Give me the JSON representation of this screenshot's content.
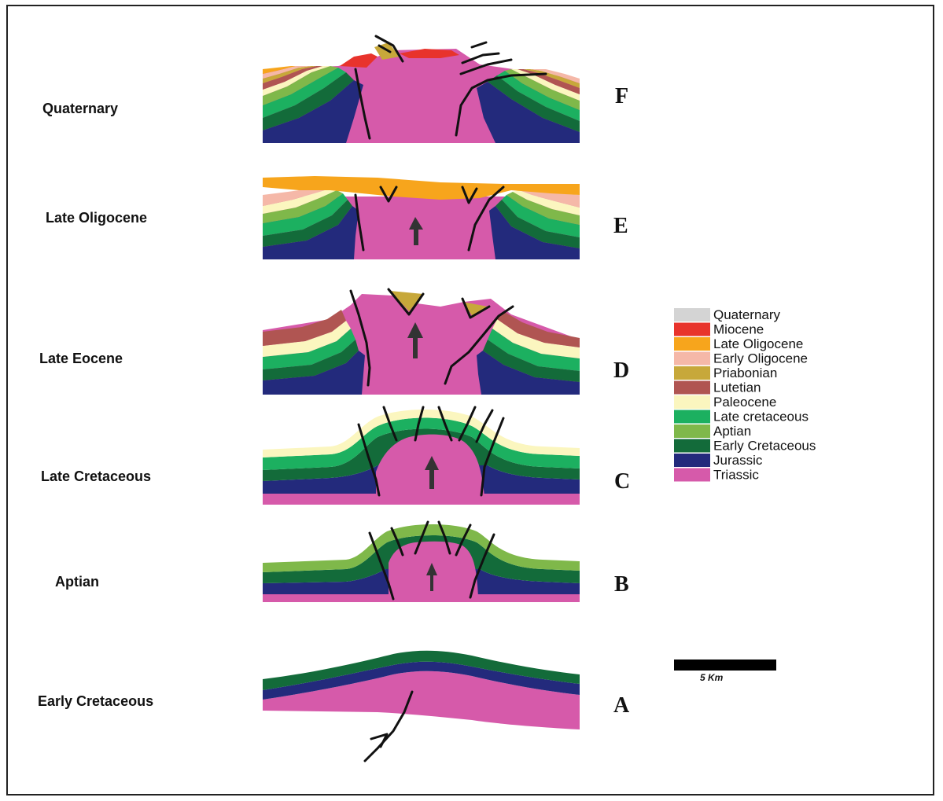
{
  "eras": {
    "F": "Quaternary",
    "E": "Late Oligocene",
    "D": "Late Eocene",
    "C": "Late Cretaceous",
    "B": "Aptian",
    "A": "Early Cretaceous"
  },
  "stages": {
    "F": "F",
    "E": "E",
    "D": "D",
    "C": "C",
    "B": "B",
    "A": "A"
  },
  "legend": [
    {
      "label": "Quaternary",
      "color": "#d4d4d4"
    },
    {
      "label": "Miocene",
      "color": "#e8332c"
    },
    {
      "label": "Late Oligocene",
      "color": "#f7a51c"
    },
    {
      "label": "Early Oligocene",
      "color": "#f5b8a8"
    },
    {
      "label": "Priabonian",
      "color": "#c7a83a"
    },
    {
      "label": "Lutetian",
      "color": "#b05552"
    },
    {
      "label": "Paleocene",
      "color": "#fbf6bf"
    },
    {
      "label": "Late cretaceous",
      "color": "#1cb060"
    },
    {
      "label": "Aptian",
      "color": "#7fb84a"
    },
    {
      "label": "Early Cretaceous",
      "color": "#136b3a"
    },
    {
      "label": "Jurassic",
      "color": "#232a7c"
    },
    {
      "label": "Triassic",
      "color": "#d65aaa"
    }
  ],
  "scale_bar": {
    "label": "5 Km"
  }
}
